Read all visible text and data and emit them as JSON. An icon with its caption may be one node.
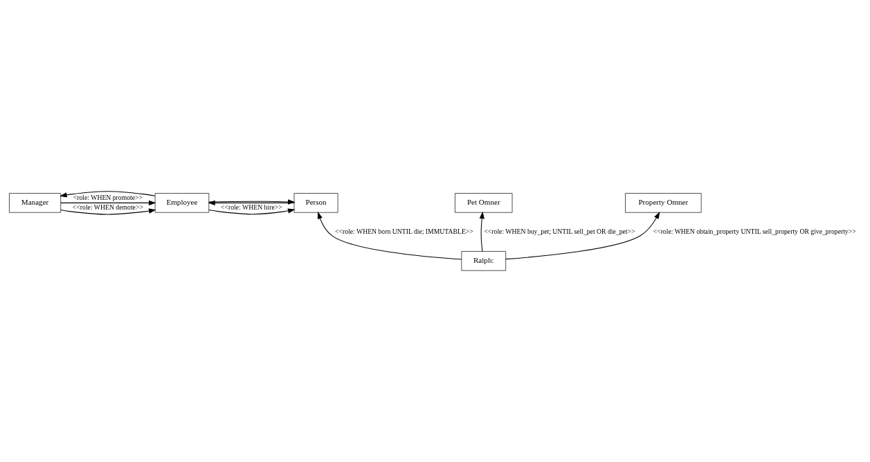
{
  "diagram": {
    "nodes": [
      {
        "text": [
          "Manager"
        ]
      },
      {
        "text": [
          "Employee"
        ]
      },
      {
        "text": [
          "Person"
        ]
      },
      {
        "text": [
          "Pet Omner"
        ]
      },
      {
        "text": [
          "Property Omner"
        ]
      },
      {
        "text": [
          "Ralph:"
        ]
      }
    ],
    "edges": [
      {
        "from": 1,
        "to": 0,
        "arrow": "to",
        "label": "<role: WHEN promote>>"
      },
      {
        "from": 0,
        "to": 1,
        "arrow": "to"
      },
      {
        "from": 0,
        "to": 1,
        "arrow": "to",
        "label": "<<role: WHEN demote>>"
      },
      {
        "from": 2,
        "to": 1,
        "arrow": "to",
        "label": "<<role: WHEN hire>>"
      },
      {
        "from": 1,
        "to": 2,
        "arrow": "to"
      },
      {
        "from": 1,
        "to": 2,
        "arrow": "to"
      },
      {
        "from": 5,
        "to": 2,
        "arrow": "to",
        "label": "<<role: WHEN born UNTIL die; IMMUTABLE>>"
      },
      {
        "from": 5,
        "to": 3,
        "arrow": "to",
        "label": "<<role: WHEN buy_pet; UNTIL sell_pet OR die_pet>>"
      },
      {
        "from": 5,
        "to": 4,
        "arrow": "to",
        "label": "<<role: WHEN obtain_property UNTIL sell_property OR give_property>>"
      }
    ]
  }
}
